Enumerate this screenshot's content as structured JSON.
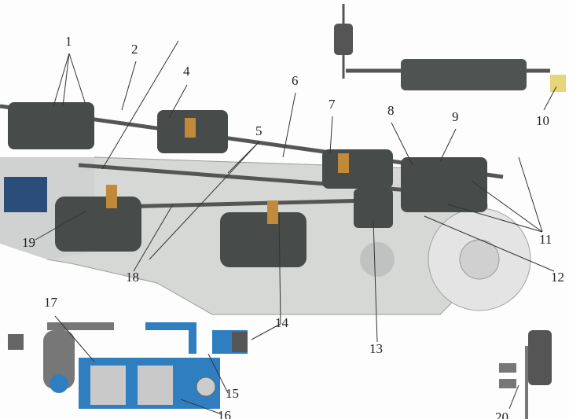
{
  "diagram": {
    "callouts": [
      "1",
      "2",
      "4",
      "5",
      "6",
      "7",
      "8",
      "9",
      "10",
      "11",
      "12",
      "13",
      "14",
      "15",
      "16",
      "17",
      "18",
      "19",
      "20"
    ]
  },
  "colors": {
    "metal": "#4a4e4c",
    "block": "#d4d6d4",
    "section": "#2f7fc0",
    "spring": "#c08a3a"
  }
}
